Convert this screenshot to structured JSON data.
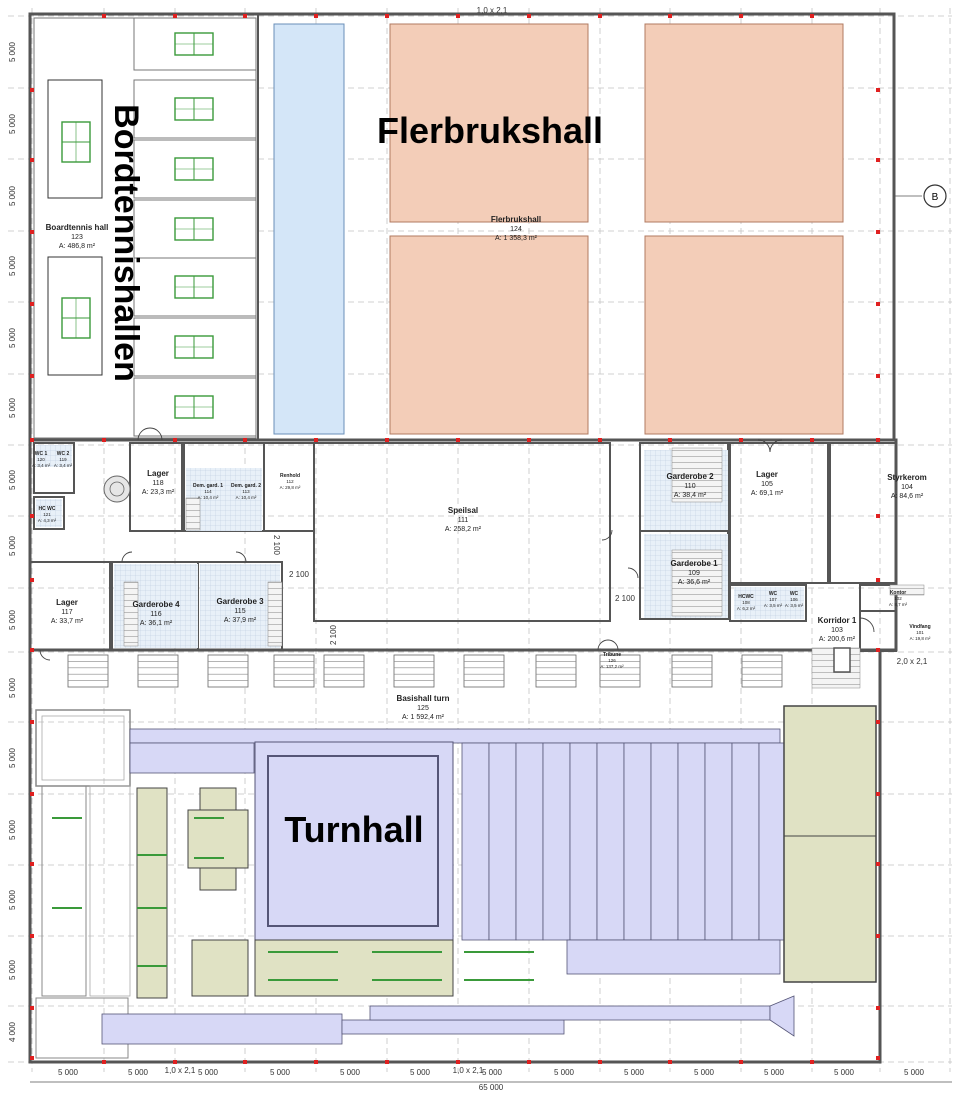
{
  "titles": {
    "flerbrukshall": "Flerbrukshall",
    "bordtennishallen": "Bordtennishallen",
    "turnhall": "Turnhall"
  },
  "rooms": {
    "flerbrukshall": {
      "name": "Flerbrukshall",
      "number": "124",
      "area": "A: 1 358,3 m²"
    },
    "boardtennis": {
      "name": "Boardtennis hall",
      "number": "123",
      "area": "A: 486,8 m²"
    },
    "lager118": {
      "name": "Lager",
      "number": "118",
      "area": "A: 23,3 m²"
    },
    "dem_gard1": {
      "name": "Dem. gard. 1",
      "number": "114",
      "area": "A: 10,4 m²"
    },
    "dem_gard2": {
      "name": "Dem. gard. 2",
      "number": "113",
      "area": "A: 10,4 m²"
    },
    "renhold": {
      "name": "Renhold",
      "number": "112",
      "area": "A: 29,8 m²"
    },
    "speilsal": {
      "name": "Speilsal",
      "number": "111",
      "area": "A: 258,2 m²"
    },
    "garderobe2": {
      "name": "Garderobe 2",
      "number": "110",
      "area": "A: 38,4 m²"
    },
    "lager105": {
      "name": "Lager",
      "number": "105",
      "area": "A: 69,1 m²"
    },
    "styrkerom": {
      "name": "Styrkerom",
      "number": "104",
      "area": "A: 84,6 m²"
    },
    "garderobe1": {
      "name": "Garderobe 1",
      "number": "109",
      "area": "A: 36,6 m²"
    },
    "hcwc108": {
      "name": "HCWC",
      "number": "108",
      "area": "A: 6,2 m²"
    },
    "wc107": {
      "name": "WC",
      "number": "107",
      "area": "A: 3,5 m²"
    },
    "wc106": {
      "name": "WC",
      "number": "106",
      "area": "A: 3,5 m²"
    },
    "korridor1": {
      "name": "Korridor 1",
      "number": "103",
      "area": "A: 200,6 m²"
    },
    "kontor": {
      "name": "Kontor",
      "number": "102",
      "area": "A: 8,7 m²"
    },
    "vindfang": {
      "name": "Vindfang",
      "number": "101",
      "area": "A: 19,8 m²"
    },
    "wc1": {
      "name": "WC 1",
      "number": "120",
      "area": "A: 3,4 m²"
    },
    "wc2": {
      "name": "WC 2",
      "number": "119",
      "area": "A: 3,4 m²"
    },
    "hcwc121": {
      "name": "HC WC",
      "number": "121",
      "area": "A: 4,3 m²"
    },
    "lager117": {
      "name": "Lager",
      "number": "117",
      "area": "A: 33,7 m²"
    },
    "garderobe4": {
      "name": "Garderobe 4",
      "number": "116",
      "area": "A: 36,1 m²"
    },
    "garderobe3": {
      "name": "Garderobe 3",
      "number": "115",
      "area": "A: 37,9 m²"
    },
    "tribune": {
      "name": "Tribune",
      "number": "126",
      "area": "A: 137,2 m²"
    },
    "basishall": {
      "name": "Basishall turn",
      "number": "125",
      "area": "A: 1 592,4 m²"
    }
  },
  "dimensions": {
    "bay": "5 000",
    "bay_short": "4 000",
    "total": "65 000",
    "corridor": "2 100",
    "wall_tag": "1,0 x 2,1",
    "door_tag": "2,0 x 2,1"
  },
  "grid_marker": "B",
  "colors": {
    "court": "#f3cdb8",
    "pool": "#d4e6f8",
    "gym": "#d7d8f6",
    "equipment": "#e0e2c4",
    "tile": "#e3edf6",
    "wall": "#555555",
    "grid": "#c2c2c2",
    "table": "#3a9a3a",
    "marker": "#e02020"
  }
}
